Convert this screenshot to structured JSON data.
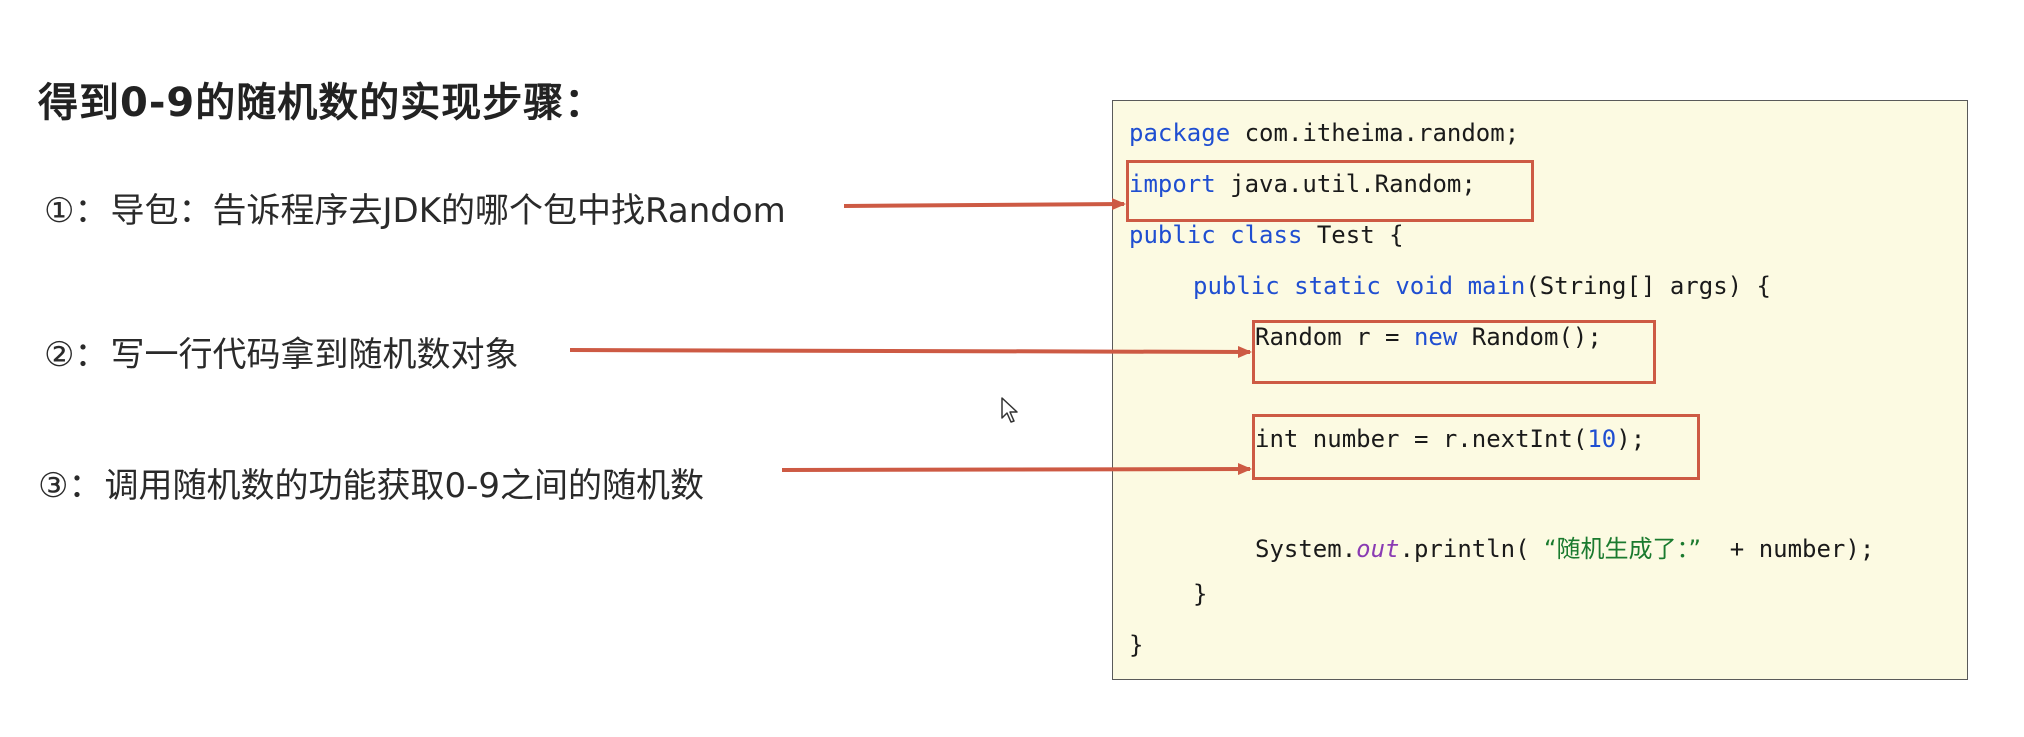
{
  "title": "得到0-9的随机数的实现步骤：",
  "steps": [
    {
      "num": "①：",
      "text": "导包：告诉程序去JDK的哪个包中找Random"
    },
    {
      "num": "②：",
      "text": "写一行代码拿到随机数对象"
    },
    {
      "num": "③：",
      "text": "调用随机数的功能获取0-9之间的随机数"
    }
  ],
  "code": {
    "l1_kw": "package",
    "l1_rest": " com.itheima.random;",
    "l2_kw": "import",
    "l2_rest": " java.util.Random;",
    "l3_kw1": "public",
    "l3_sp": " ",
    "l3_kw2": "class",
    "l3_rest": " Test {",
    "l4_kw1": "public",
    "l4_kw2": "static",
    "l4_kw3": "void",
    "l4_name": "main",
    "l4_rest": "(String[] args) {",
    "l5_a": "Random r = ",
    "l5_kw": "new",
    "l5_b": " Random();",
    "l6_a": "int number = r.nextInt(",
    "l6_num": "10",
    "l6_b": ");",
    "l7_a": "System.",
    "l7_field": "out",
    "l7_b": ".println( ",
    "l7_str": "“随机生成了：”",
    "l7_c": "  + number);",
    "l8": "}",
    "l9": "}"
  },
  "colors": {
    "keyword": "#1f4ed1",
    "arrow": "#cd5a44",
    "code_bg": "#fcfae2"
  }
}
